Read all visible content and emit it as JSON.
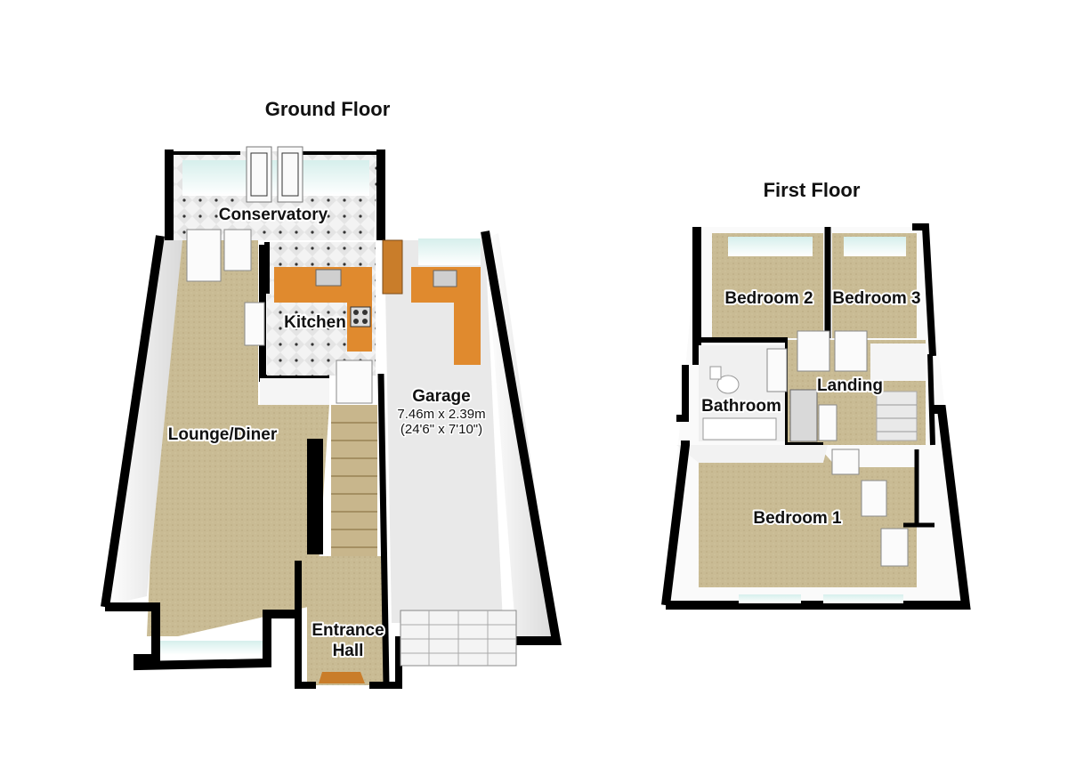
{
  "floors": {
    "ground": {
      "title": "Ground Floor",
      "rooms": {
        "conservatory": "Conservatory",
        "kitchen": "Kitchen",
        "lounge": "Lounge/Diner",
        "garage": "Garage",
        "garage_dim_metric": "7.46m x 2.39m",
        "garage_dim_imperial": "(24'6\" x 7'10\")",
        "entrance_line1": "Entrance",
        "entrance_line2": "Hall"
      }
    },
    "first": {
      "title": "First Floor",
      "rooms": {
        "bedroom2": "Bedroom 2",
        "bedroom3": "Bedroom 3",
        "landing": "Landing",
        "bathroom": "Bathroom",
        "bedroom1": "Bedroom 1"
      }
    }
  },
  "colors": {
    "wall": "#000000",
    "carpet": "#c9bb94",
    "garage_floor": "#e9e9e9",
    "tile": "#f2f2f2",
    "worktop": "#e08a2e",
    "glass": "#bfe3e0",
    "door": "#c97d2a"
  }
}
